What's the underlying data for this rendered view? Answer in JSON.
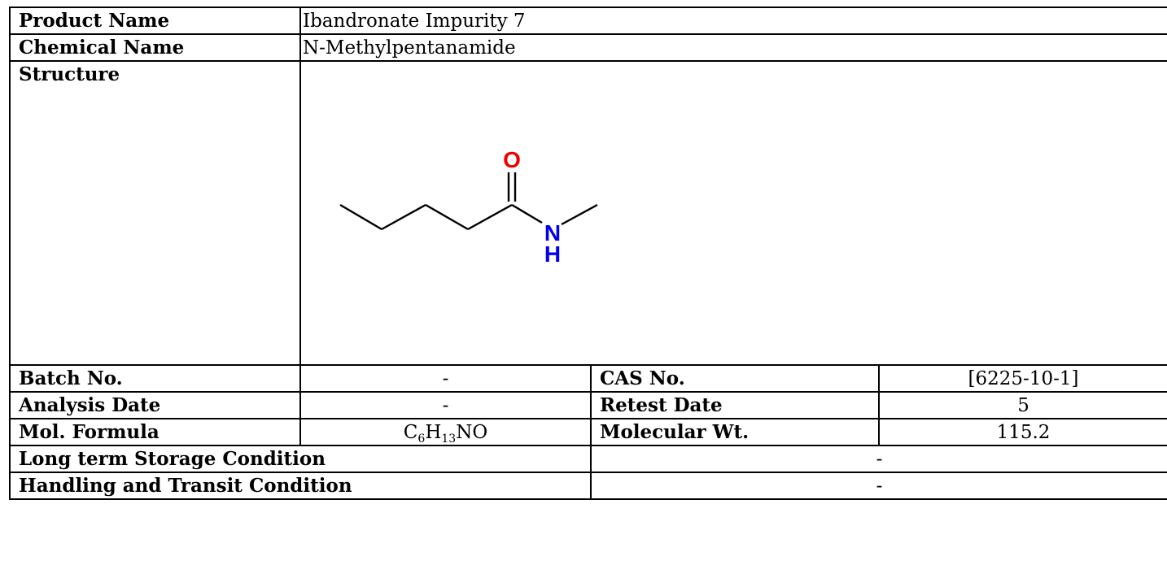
{
  "rows": {
    "product_name": {
      "label": "Product Name",
      "value": "Ibandronate Impurity 7"
    },
    "chemical_name": {
      "label": "Chemical Name",
      "value": "N-Methylpentanamide"
    },
    "structure": {
      "label": "Structure",
      "atoms": {
        "oxygen": "O",
        "nitrogen": "N",
        "hydrogen": "H"
      },
      "colors": {
        "oxygen": "#ee0000",
        "nitrogen": "#0000ee",
        "bond": "#000000"
      }
    },
    "batch_no": {
      "label": "Batch No.",
      "value": "-"
    },
    "cas_no": {
      "label": "CAS No.",
      "value": "[6225-10-1]"
    },
    "analysis_date": {
      "label": "Analysis Date",
      "value": "-"
    },
    "retest_date": {
      "label": "Retest Date",
      "value": "5"
    },
    "mol_formula": {
      "label": "Mol. Formula",
      "parts": [
        {
          "t": "C"
        },
        {
          "s": "6"
        },
        {
          "t": "H"
        },
        {
          "s": "13"
        },
        {
          "t": "NO"
        }
      ]
    },
    "molecular_wt": {
      "label": "Molecular Wt.",
      "value": "115.2"
    },
    "long_term_storage": {
      "label": "Long term Storage Condition",
      "value": "-"
    },
    "handling_transit": {
      "label": "Handling and Transit Condition",
      "value": "-"
    }
  }
}
